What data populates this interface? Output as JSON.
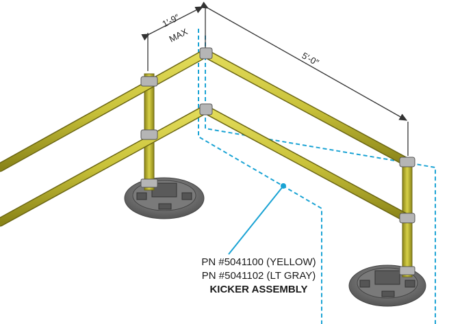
{
  "dimensions": {
    "top_width": "1′-9″",
    "top_width_note": "MAX",
    "span_length": "5′-0″"
  },
  "callout": {
    "pn_yellow": "PN #5041100 (YELLOW)",
    "pn_gray": "PN #5041102 (LT GRAY)",
    "assembly": "KICKER ASSEMBLY"
  },
  "colors": {
    "rail": "#c9c23a",
    "rail_dark": "#8a8418",
    "base": "#6e6e6e",
    "dashed_outline": "#1aa3d4",
    "dimension_line": "#333333"
  }
}
